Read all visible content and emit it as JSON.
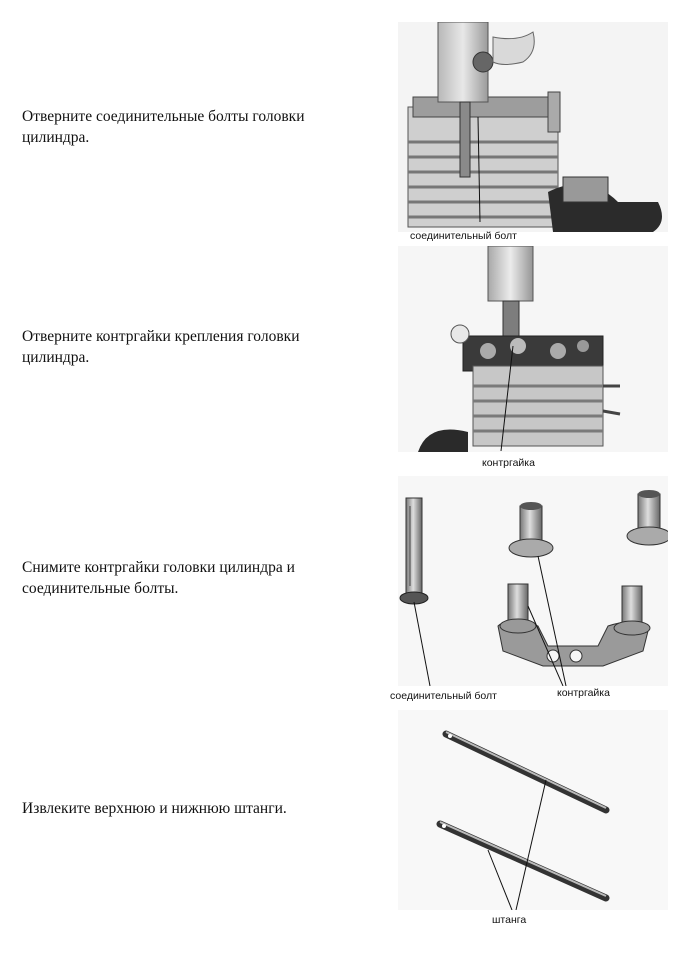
{
  "steps": [
    {
      "text": "Отверните соединительные болты головки цилиндра.",
      "callouts": [
        "соединительный болт"
      ]
    },
    {
      "text": "Отверните контргайки крепления головки цилиндра.",
      "callouts": [
        "контргайка"
      ]
    },
    {
      "text": "Снимите контргайки головки цилиндра и соединительные болты.",
      "callouts": [
        "соединительный болт",
        "контргайка"
      ]
    },
    {
      "text": "Извлеките верхнюю и нижнюю штанги.",
      "callouts": [
        "штанга"
      ]
    }
  ]
}
